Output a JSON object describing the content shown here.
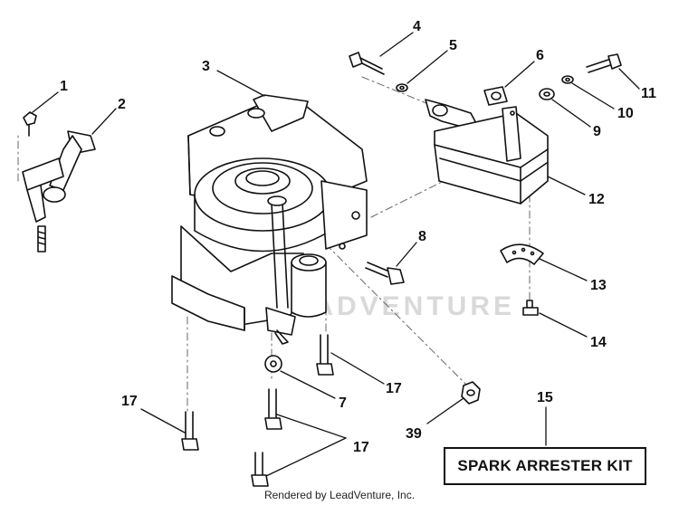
{
  "diagram": {
    "callouts": [
      {
        "id": "c1",
        "label": "1"
      },
      {
        "id": "c2",
        "label": "2"
      },
      {
        "id": "c3",
        "label": "3"
      },
      {
        "id": "c4",
        "label": "4"
      },
      {
        "id": "c5",
        "label": "5"
      },
      {
        "id": "c6",
        "label": "6"
      },
      {
        "id": "c7",
        "label": "7"
      },
      {
        "id": "c8",
        "label": "8"
      },
      {
        "id": "c9",
        "label": "9"
      },
      {
        "id": "c10",
        "label": "10"
      },
      {
        "id": "c11",
        "label": "11"
      },
      {
        "id": "c12",
        "label": "12"
      },
      {
        "id": "c13",
        "label": "13"
      },
      {
        "id": "c14",
        "label": "14"
      },
      {
        "id": "c15",
        "label": "15"
      },
      {
        "id": "c17a",
        "label": "17"
      },
      {
        "id": "c17b",
        "label": "17"
      },
      {
        "id": "c17c",
        "label": "17"
      },
      {
        "id": "c39",
        "label": "39"
      }
    ],
    "kit_label": "SPARK ARRESTER KIT",
    "watermark": "LEADVENTURE",
    "footer": "Rendered by LeadVenture, Inc."
  }
}
